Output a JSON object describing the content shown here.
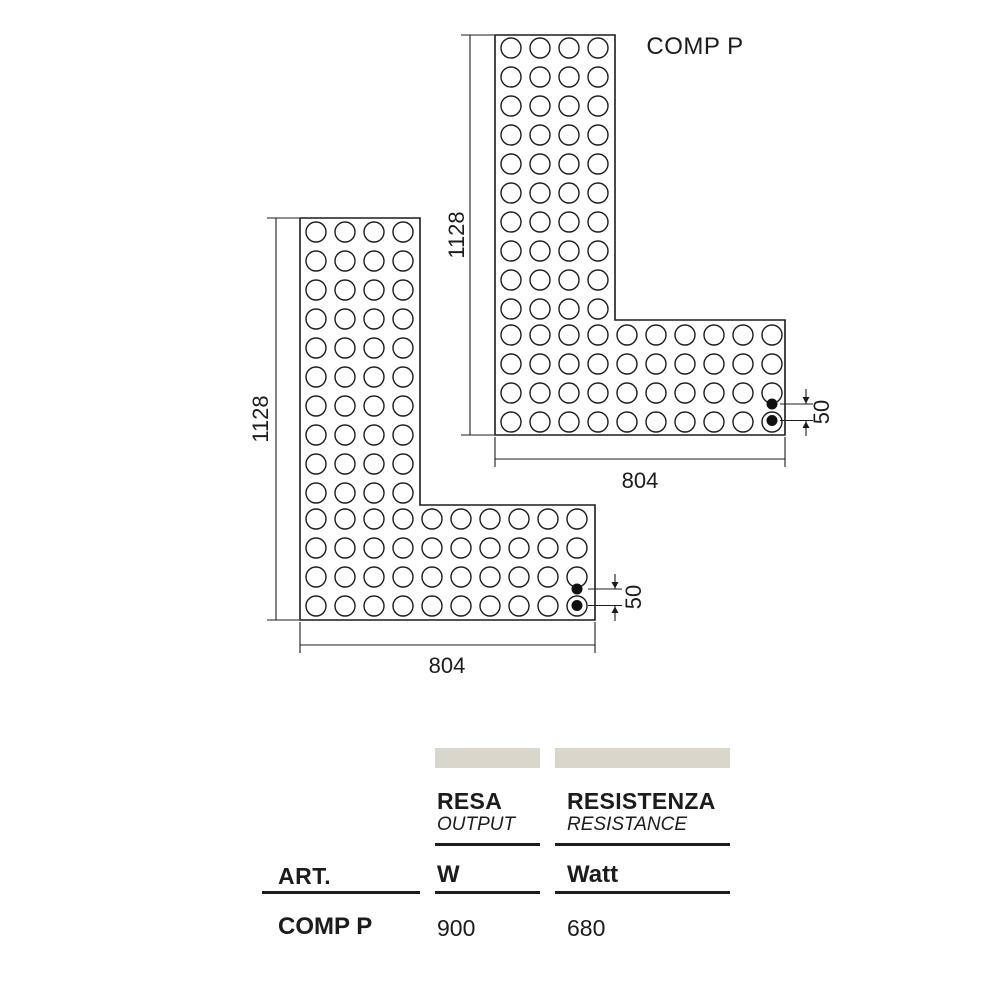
{
  "drawing": {
    "title": "COMP P",
    "dim_height": "1128",
    "dim_width": "804",
    "dim_connection_gap": "50"
  },
  "table": {
    "art_header": "ART.",
    "columns": [
      {
        "title": "RESA",
        "subtitle": "OUTPUT",
        "unit": "W"
      },
      {
        "title": "RESISTENZA",
        "subtitle": "RESISTANCE",
        "unit": "Watt"
      }
    ],
    "rows": [
      {
        "art": "COMP P",
        "resa": "900",
        "resistenza": "680"
      }
    ]
  },
  "colors": {
    "header_bar": "#d9d6cb",
    "line": "#1c1c1c",
    "background": "#ffffff"
  }
}
